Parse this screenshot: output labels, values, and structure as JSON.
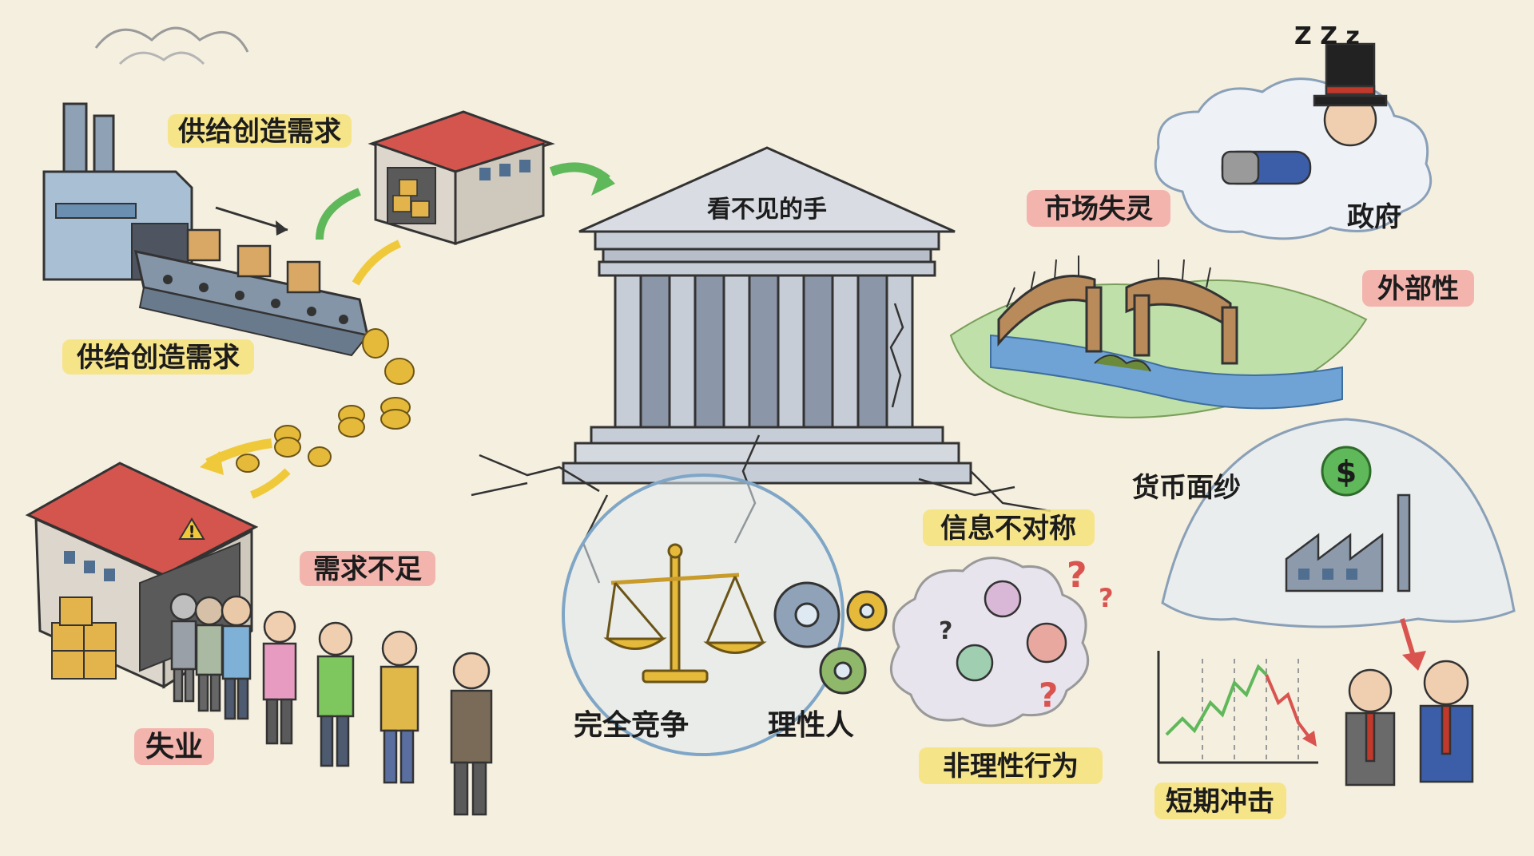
{
  "labels": {
    "supply_top": "供给创造需求",
    "supply_left": "供给创造需求",
    "invisible_hand": "看不见的手",
    "market_failure": "市场失灵",
    "government": "政府",
    "externality": "外部性",
    "money_veil": "货币面纱",
    "info_asymmetry": "信息不对称",
    "demand_shortage": "需求不足",
    "unemployment": "失业",
    "perfect_competition": "完全竞争",
    "rational_person": "理性人",
    "irrational_behavior": "非理性行为",
    "short_term_shock": "短期冲击",
    "sleep": "Z Z z",
    "dollar": "$",
    "warning": "!"
  },
  "colors": {
    "paper": "#f5efdf",
    "highlight_yellow": "#f6e27a",
    "highlight_red": "#f2a9a6",
    "roof_red": "#d4554e",
    "building_blue": "#a9bfd4",
    "column_grey": "#c7cdd6",
    "coin_gold": "#e5b93a",
    "arrow_green": "#5fb85a",
    "arrow_yellow": "#f0c93a",
    "arrow_red": "#d9534f"
  }
}
